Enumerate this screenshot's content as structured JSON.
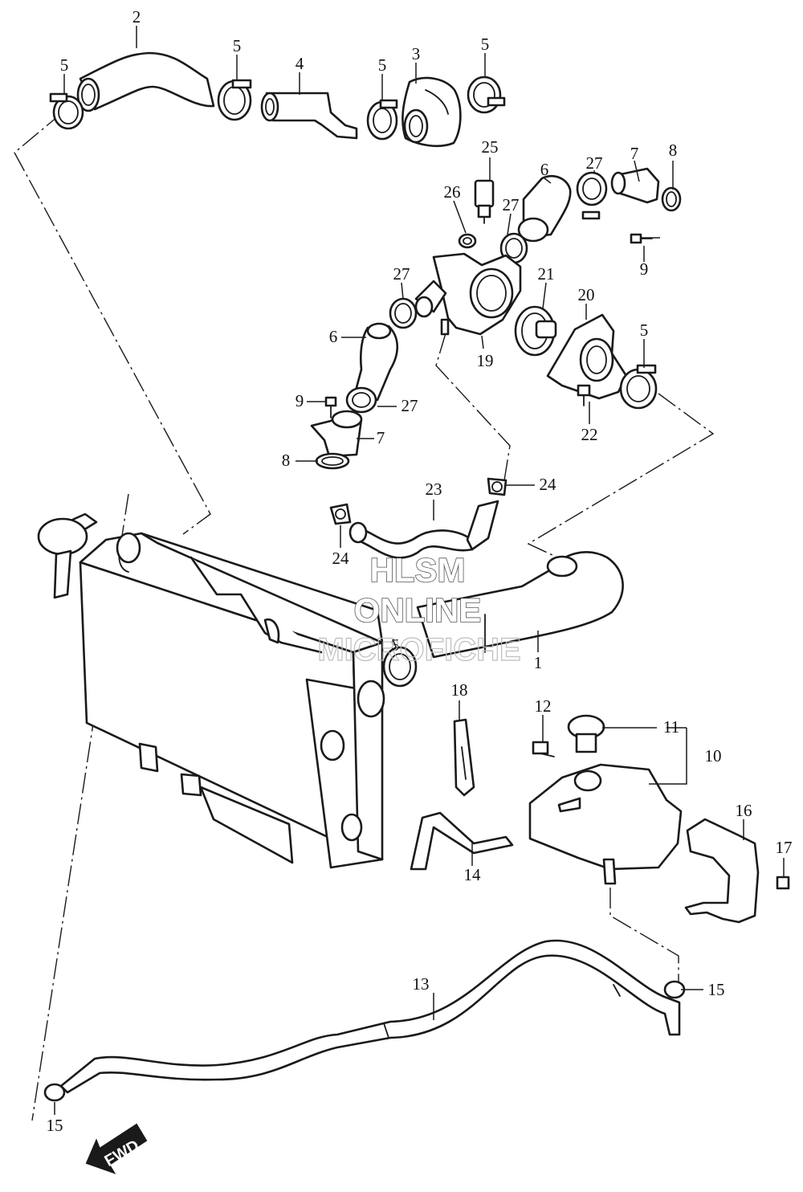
{
  "watermark": {
    "line1": "HLSM",
    "line2": "ONLINE",
    "line3": "MICROFICHE"
  },
  "direction_arrow": {
    "label": "FWD",
    "icon": "fwd-arrow-icon"
  },
  "callouts": {
    "c1": "1",
    "c2": "2",
    "c3": "3",
    "c4": "4",
    "c5a": "5",
    "c5b": "5",
    "c5c": "5",
    "c5d": "5",
    "c5e": "5",
    "c6a": "6",
    "c6b": "6",
    "c7a": "7",
    "c7b": "7",
    "c8a": "8",
    "c8b": "8",
    "c9a": "9",
    "c9b": "9",
    "c10": "10",
    "c11": "11",
    "c12": "12",
    "c13": "13",
    "c14": "14",
    "c15a": "15",
    "c15b": "15",
    "c16": "16",
    "c17": "17",
    "c18": "18",
    "c19": "19",
    "c20": "20",
    "c21": "21",
    "c22": "22",
    "c23": "23",
    "c24a": "24",
    "c24b": "24",
    "c25": "25",
    "c26": "26",
    "c27a": "27",
    "c27b": "27",
    "c27c": "27",
    "c27d": "27"
  }
}
